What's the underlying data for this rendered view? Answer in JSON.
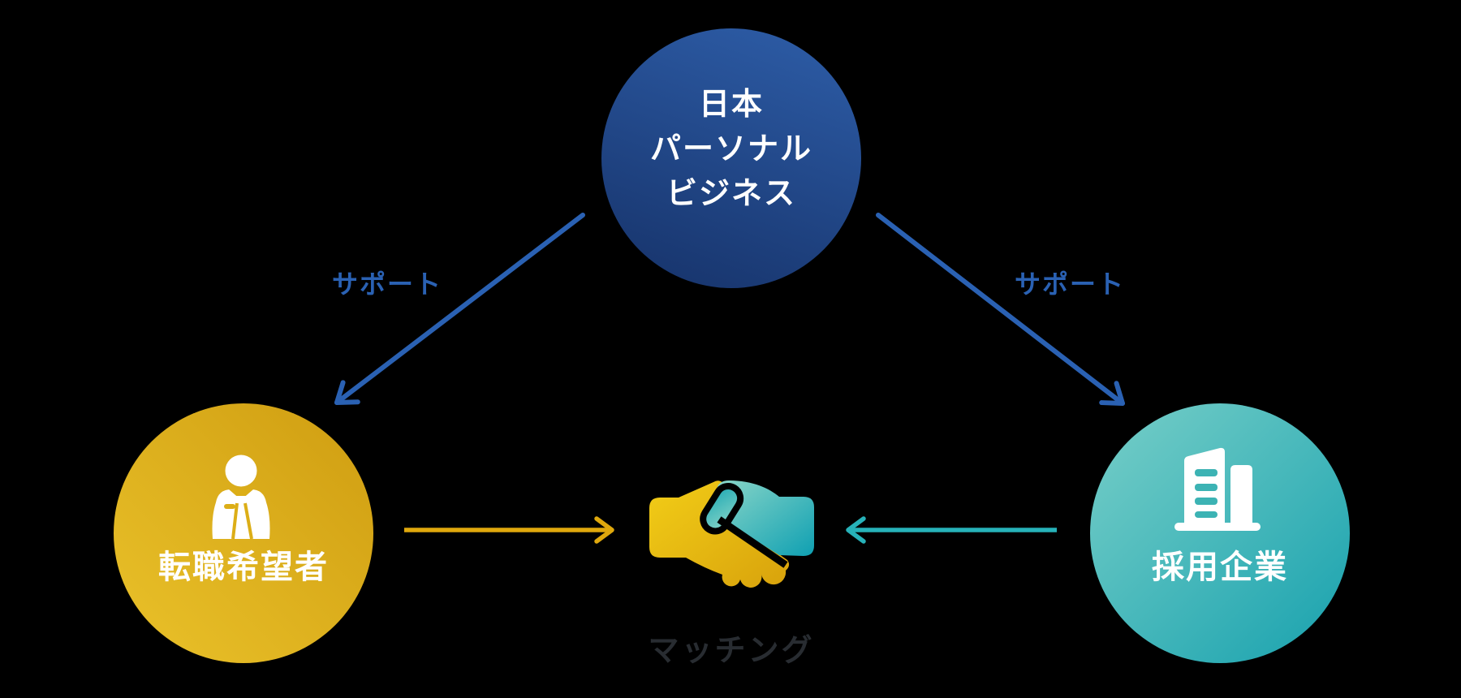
{
  "diagram": {
    "agency": {
      "line1": "日本",
      "line2": "パーソナル",
      "line3": "ビジネス"
    },
    "jobseeker": {
      "label": "転職希望者"
    },
    "company": {
      "label": "採用企業"
    },
    "support_left": "サポート",
    "support_right": "サポート",
    "matching": "マッチング"
  },
  "colors": {
    "background": "#000000",
    "agency_circle_gradient": [
      "#2e5ea9",
      "#163269"
    ],
    "jobseeker_circle_gradient": [
      "#cf9d11",
      "#eac22a"
    ],
    "company_circle_gradient": [
      "#78cfc8",
      "#17a1ae"
    ],
    "support_blue": "#2a61b3",
    "jobseeker_arrow_yellow": "#dfa80d",
    "company_arrow_teal": "#27b2b9",
    "matching_text": "#282c31",
    "handshake_yellow": [
      "#f2cd17",
      "#d8a20c"
    ],
    "handshake_teal": [
      "#8ad6c8",
      "#0fa0b2"
    ]
  }
}
